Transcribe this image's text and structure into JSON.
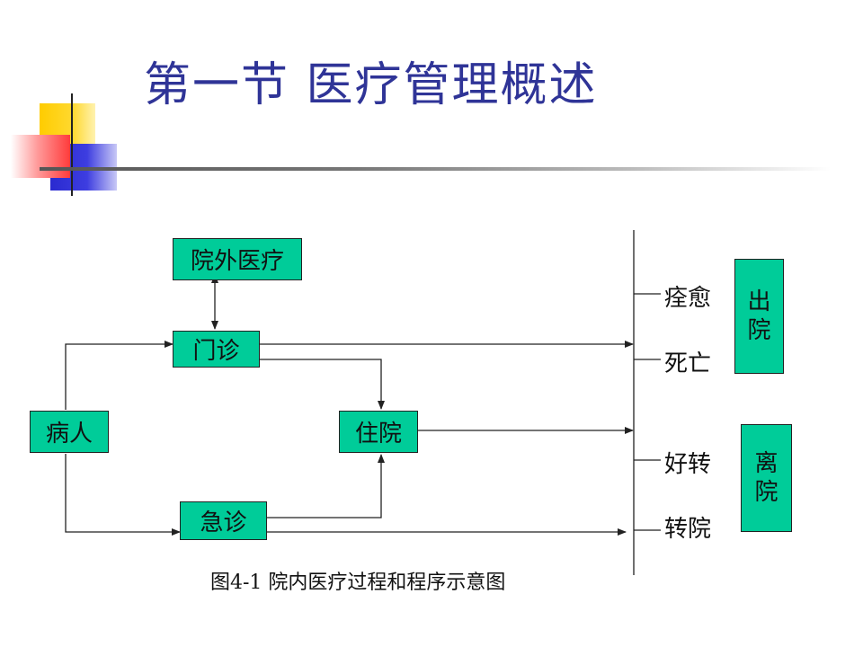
{
  "title": "第一节  医疗管理概述",
  "nodes": {
    "external": "院外医疗",
    "outpatient": "门诊",
    "patient": "病人",
    "inpatient": "住院",
    "emergency": "急诊"
  },
  "outcomes": {
    "cured": "痊愈",
    "died": "死亡",
    "improved": "好转",
    "transferred": "转院"
  },
  "groups": {
    "discharge": [
      "出",
      "院"
    ],
    "leave": [
      "离",
      "院"
    ]
  },
  "caption": "图4-1 院内医疗过程和程序示意图",
  "colors": {
    "box": "#00cc99",
    "title": "#2f3497"
  }
}
